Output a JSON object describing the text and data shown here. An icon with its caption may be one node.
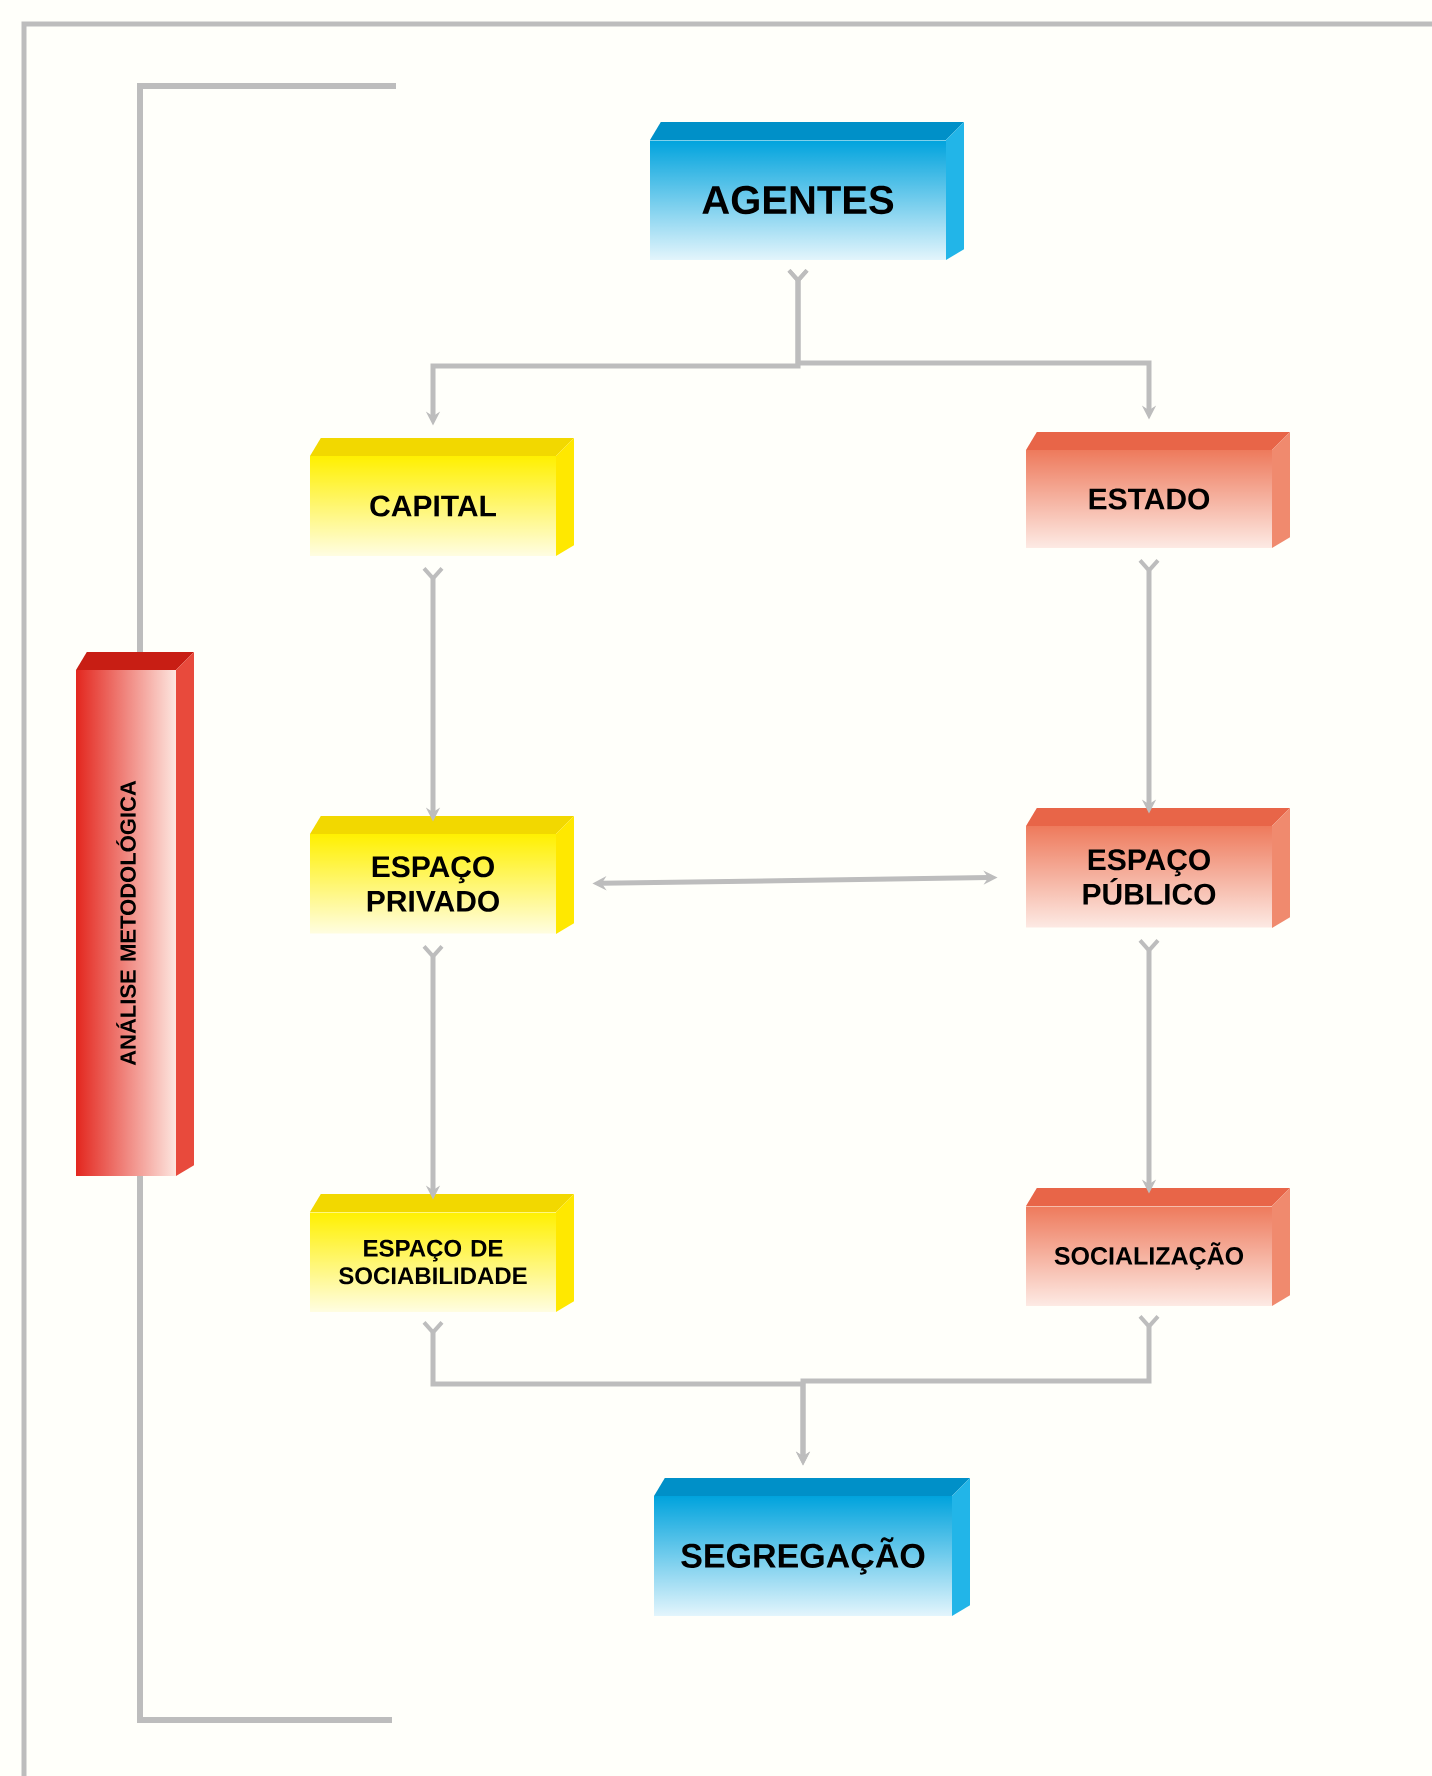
{
  "diagram": {
    "nodes": [
      {
        "text": [
          "AGENTES"
        ]
      },
      {
        "text": [
          "CAPITAL"
        ]
      },
      {
        "text": [
          "ESTADO"
        ]
      },
      {
        "text": [
          "ESPAÇO PRIVADO"
        ]
      },
      {
        "text": [
          "ESPAÇO PÚBLICO"
        ]
      },
      {
        "text": [
          "ESPAÇO DE SOCIABILIDADE"
        ]
      },
      {
        "text": [
          "SOCIALIZAÇÃO"
        ]
      },
      {
        "text": [
          "SEGREGAÇÃO"
        ]
      },
      {
        "text": [
          "ANÁLISE METODOLÓGICA"
        ]
      }
    ],
    "edges": [
      {
        "from": 0,
        "to": 1,
        "arrow": "to"
      },
      {
        "from": 0,
        "to": 2,
        "arrow": "to"
      },
      {
        "from": 1,
        "to": 3,
        "arrow": "to"
      },
      {
        "from": 2,
        "to": 4,
        "arrow": "to"
      },
      {
        "from": 3,
        "to": 4,
        "arrow": "both"
      },
      {
        "from": 3,
        "to": 5,
        "arrow": "to"
      },
      {
        "from": 4,
        "to": 6,
        "arrow": "to"
      },
      {
        "from": 5,
        "to": 7,
        "arrow": "to"
      },
      {
        "from": 6,
        "to": 7,
        "arrow": "to"
      }
    ]
  }
}
